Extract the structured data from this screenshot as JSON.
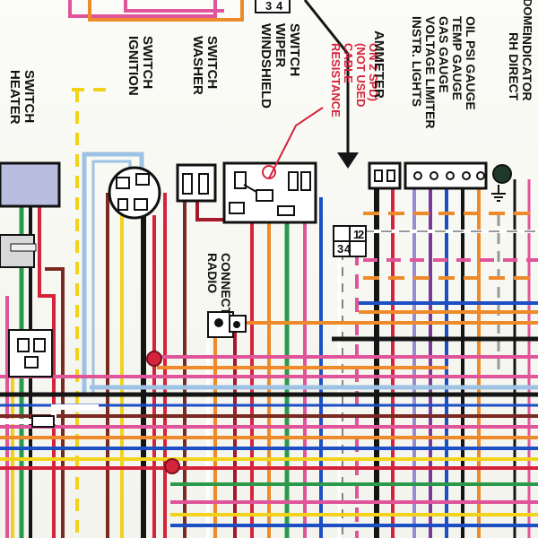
{
  "labels": {
    "heater_switch": [
      "HEATER",
      "SWITCH"
    ],
    "ignition_switch": [
      "IGNITION",
      "SWITCH"
    ],
    "washer_switch": [
      "WASHER",
      "SWITCH"
    ],
    "windshield_wiper_switch": [
      "WINDSHIELD",
      "WIPER",
      "SWITCH"
    ],
    "resistance_cable": [
      "RESISTANCE",
      "CABLE",
      "(NOT USED",
      "ON 2 SPD)"
    ],
    "ammeter": "AMMETER",
    "gauges": [
      "INSTR. LIGHTS",
      "VOLTAGE LIMITER",
      "GAS GAUGE",
      "TEMP GAUGE",
      "OIL PSI GAUGE"
    ],
    "rh_direct_indicator": [
      "RH DIRECT",
      "INDICATOR"
    ],
    "dome": "DOME",
    "radio_connect": [
      "RADIO",
      "CONNECT"
    ]
  },
  "plug_top": [
    "3",
    "4"
  ],
  "plug_mid": {
    "row1": [
      "1",
      "2"
    ],
    "row2": [
      "3",
      "4"
    ]
  },
  "colors": {
    "red": "#d5233b",
    "black": "#151515",
    "orange": "#ee8a2a",
    "yellow": "#f2d21b",
    "green": "#2a9a4a",
    "blue": "#1d4fc4",
    "pink": "#e0559a",
    "purple": "#7a3a9a",
    "brown": "#7a2a22",
    "lightblue": "#9ec2e3",
    "tan": "#d9b57a",
    "white": "#ffffff",
    "dark_red": "#a3182a",
    "lavender": "#9a8ad0"
  }
}
